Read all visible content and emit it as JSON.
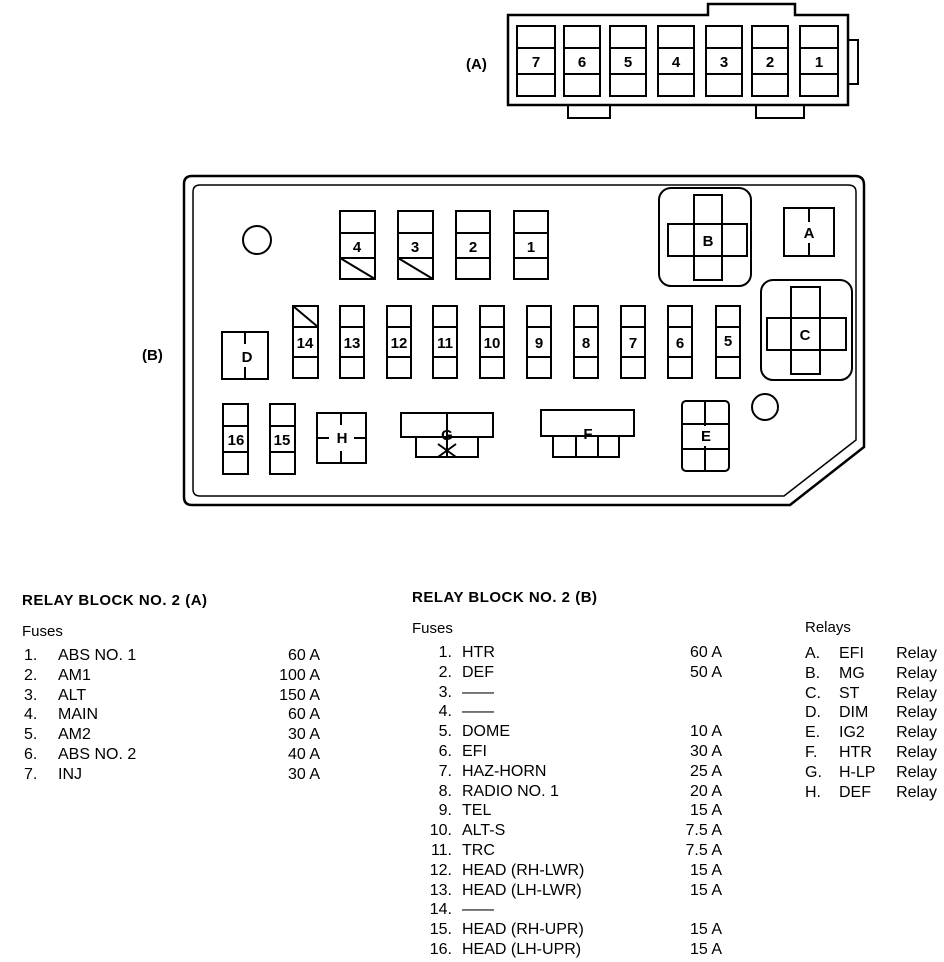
{
  "diagram": {
    "block_a_label": "(A)",
    "block_b_label": "(B)",
    "block_a_fuses": [
      "7",
      "6",
      "5",
      "4",
      "3",
      "2",
      "1"
    ],
    "block_b_top_fuses": [
      "4",
      "3",
      "2",
      "1"
    ],
    "block_b_mid_fuses": [
      "14",
      "13",
      "12",
      "11",
      "10",
      "9",
      "8",
      "7",
      "6",
      "5"
    ],
    "block_b_bottom_fuses": [
      "16",
      "15"
    ],
    "relays": {
      "A": "A",
      "B": "B",
      "C": "C",
      "D": "D",
      "E": "E",
      "F": "F",
      "G": "G",
      "H": "H"
    }
  },
  "legend_a": {
    "title": "RELAY BLOCK NO. 2 (A)",
    "subtitle": "Fuses",
    "rows": [
      {
        "num": "1.",
        "name": "ABS NO. 1",
        "amp": "60 A"
      },
      {
        "num": "2.",
        "name": "AM1",
        "amp": "100 A"
      },
      {
        "num": "3.",
        "name": "ALT",
        "amp": "150 A"
      },
      {
        "num": "4.",
        "name": "MAIN",
        "amp": "60 A"
      },
      {
        "num": "5.",
        "name": "AM2",
        "amp": "30 A"
      },
      {
        "num": "6.",
        "name": "ABS NO. 2",
        "amp": "40 A"
      },
      {
        "num": "7.",
        "name": "INJ",
        "amp": "30 A"
      }
    ]
  },
  "legend_b": {
    "title": "RELAY BLOCK NO. 2 (B)",
    "subtitle": "Fuses",
    "rows": [
      {
        "num": "1.",
        "name": "HTR",
        "amp": "60 A"
      },
      {
        "num": "2.",
        "name": "DEF",
        "amp": "50 A"
      },
      {
        "num": "3.",
        "name": "——",
        "amp": ""
      },
      {
        "num": "4.",
        "name": "——",
        "amp": ""
      },
      {
        "num": "5.",
        "name": "DOME",
        "amp": "10 A"
      },
      {
        "num": "6.",
        "name": "EFI",
        "amp": "30 A"
      },
      {
        "num": "7.",
        "name": "HAZ-HORN",
        "amp": "25 A"
      },
      {
        "num": "8.",
        "name": "RADIO NO. 1",
        "amp": "20 A"
      },
      {
        "num": "9.",
        "name": "TEL",
        "amp": "15 A"
      },
      {
        "num": "10.",
        "name": "ALT-S",
        "amp": "7.5 A"
      },
      {
        "num": "11.",
        "name": "TRC",
        "amp": "7.5 A"
      },
      {
        "num": "12.",
        "name": "HEAD (RH-LWR)",
        "amp": "15 A"
      },
      {
        "num": "13.",
        "name": "HEAD (LH-LWR)",
        "amp": "15 A"
      },
      {
        "num": "14.",
        "name": "——",
        "amp": ""
      },
      {
        "num": "15.",
        "name": "HEAD (RH-UPR)",
        "amp": "15 A"
      },
      {
        "num": "16.",
        "name": "HEAD (LH-UPR)",
        "amp": "15 A"
      }
    ]
  },
  "legend_relays": {
    "title": "Relays",
    "rows": [
      {
        "num": "A.",
        "name": "EFI",
        "type": "Relay"
      },
      {
        "num": "B.",
        "name": "MG",
        "type": "Relay"
      },
      {
        "num": "C.",
        "name": "ST",
        "type": "Relay"
      },
      {
        "num": "D.",
        "name": "DIM",
        "type": "Relay"
      },
      {
        "num": "E.",
        "name": "IG2",
        "type": "Relay"
      },
      {
        "num": "F.",
        "name": "HTR",
        "type": "Relay"
      },
      {
        "num": "G.",
        "name": "H-LP",
        "type": "Relay"
      },
      {
        "num": "H.",
        "name": "DEF",
        "type": "Relay"
      }
    ]
  }
}
